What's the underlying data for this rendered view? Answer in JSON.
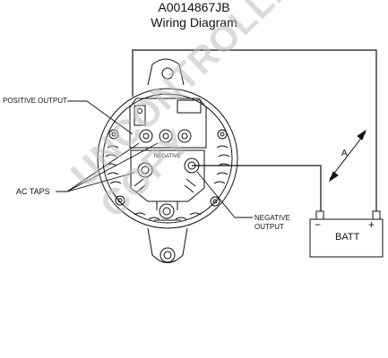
{
  "title": {
    "part_number": "A0014867JB",
    "subtitle": "Wiring Diagram"
  },
  "labels": {
    "positive_output": "POSITIVE OUTPUT",
    "ac_taps": "AC TAPS",
    "negative_output_line1": "NEGATIVE",
    "negative_output_line2": "OUTPUT",
    "battery": "BATT",
    "battery_minus": "−",
    "battery_plus": "+",
    "measure_a": "A",
    "alternator_marking": "NEGATIVE"
  },
  "watermark": "UNCONTROLLED COPY"
}
